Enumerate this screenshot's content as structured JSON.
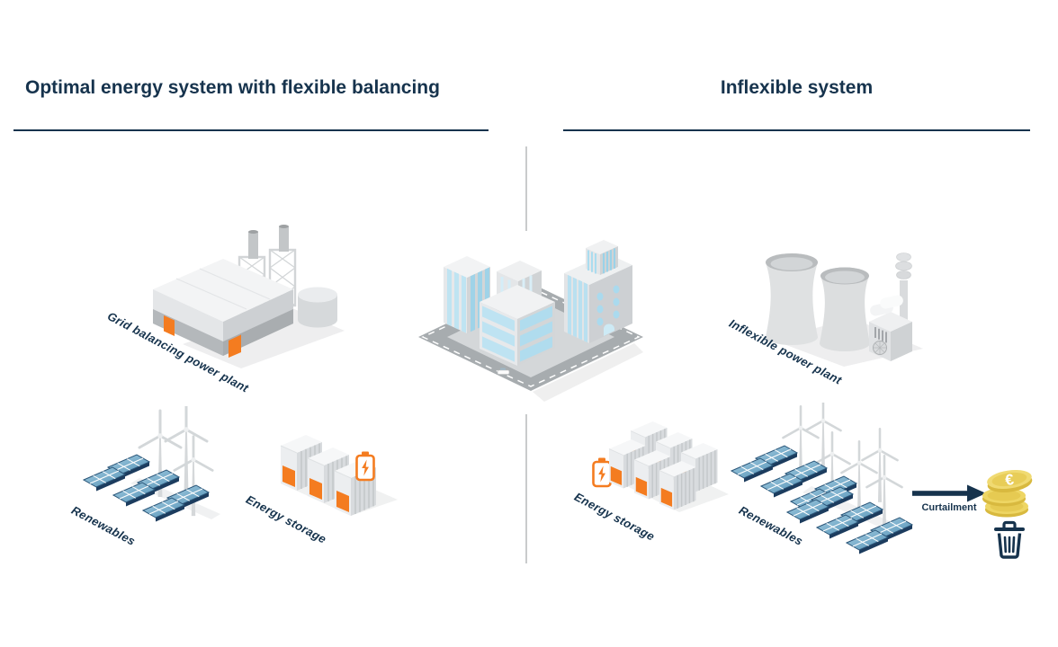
{
  "page": {
    "background_color": "#ffffff",
    "divider_color": "#c9cbcc",
    "text_color": "#16334d",
    "accent_orange": "#f47c20",
    "coin_color": "#eed664",
    "solar_panel_color": "#4f8fb4"
  },
  "left_panel": {
    "title": "Optimal energy system with flexible balancing",
    "power_plant_label": "Grid balancing power plant",
    "renewables_label": "Renewables",
    "storage_label": "Energy storage"
  },
  "right_panel": {
    "title": "Inflexible system",
    "power_plant_label": "Inflexible power plant",
    "storage_label": "Energy storage",
    "renewables_label": "Renewables",
    "curtailment_label": "Curtailment"
  },
  "center": {
    "illustration": "city-buildings"
  },
  "icons": {
    "battery": "battery-charging-icon",
    "coins": "euro-coins-icon",
    "trash": "trash-bin-icon",
    "arrow": "curtailment-arrow-icon"
  }
}
